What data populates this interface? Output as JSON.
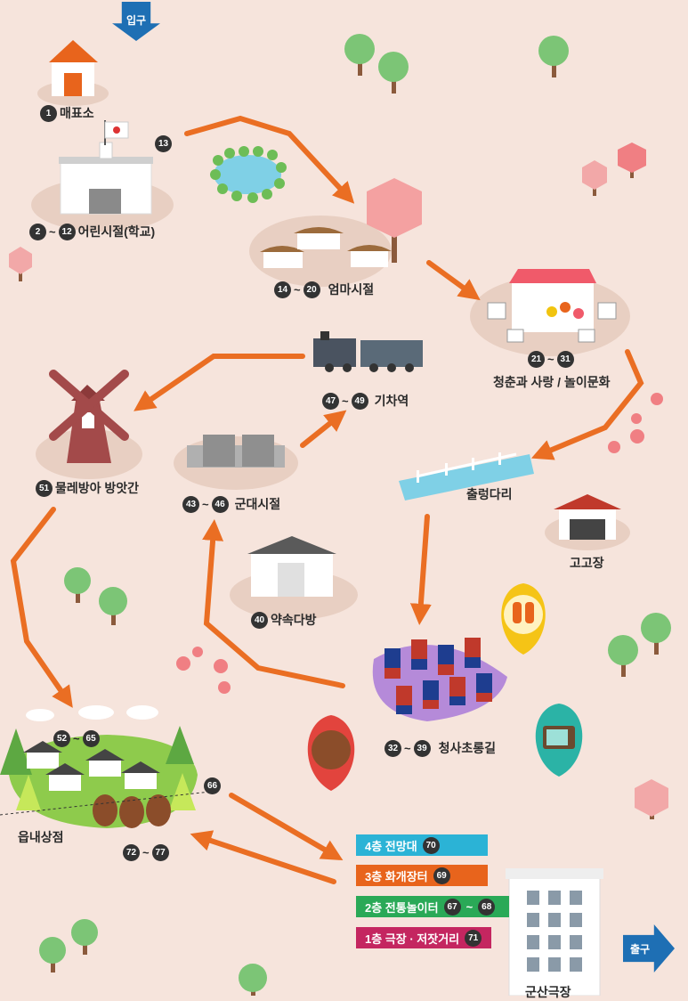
{
  "signs": {
    "entrance": "입구",
    "exit": "출구"
  },
  "places": {
    "ticket": {
      "n1": "1",
      "label": "매표소"
    },
    "school": {
      "n1": "2",
      "n2": "12",
      "label": "어린시절(학교)",
      "flag_num": "13"
    },
    "mom": {
      "n1": "14",
      "n2": "20",
      "label": "엄마시절"
    },
    "youth": {
      "n1": "21",
      "n2": "31",
      "label": "청춘과 사랑 / 놀이문화"
    },
    "train": {
      "n1": "47",
      "n2": "49",
      "label": "기차역"
    },
    "mill": {
      "n1": "51",
      "label": "물레방아 방앗간"
    },
    "army": {
      "n1": "43",
      "n2": "46",
      "label": "군대시절"
    },
    "bridge": {
      "label": "출렁다리"
    },
    "theater": {
      "label": "고고장"
    },
    "cafe": {
      "n1": "40",
      "label": "약속다방"
    },
    "lantern": {
      "n1": "32",
      "n2": "39",
      "label": "청사초롱길"
    },
    "village": {
      "n1": "52",
      "n2": "65",
      "label": "읍내상점",
      "n3": "72",
      "n4": "77",
      "n5": "66"
    },
    "gunsan": {
      "label": "군산극장"
    }
  },
  "floors": [
    {
      "label": "4층 전망대",
      "n1": "70",
      "n2": "",
      "color": "#2bb3d6"
    },
    {
      "label": "3층 화개장터",
      "n1": "69",
      "n2": "",
      "color": "#e8641c"
    },
    {
      "label": "2층 전통놀이터",
      "n1": "67",
      "n2": "68",
      "color": "#2aa957"
    },
    {
      "label": "1층 극장 · 저잣거리",
      "n1": "71",
      "n2": "",
      "color": "#c42660"
    }
  ],
  "colors": {
    "path": "#ea6e23",
    "sign": "#1e6fb4",
    "bg": "#f6e4dc"
  }
}
